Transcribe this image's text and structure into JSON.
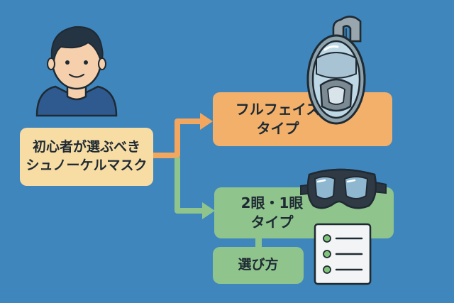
{
  "nodes": {
    "start": {
      "line1": "初心者が選ぶべき",
      "line2": "シュノーケルマスク"
    },
    "full_face": {
      "line1": "フルフェイス",
      "line2": "タイプ"
    },
    "twin_lens": {
      "line1": "2眼・1眼",
      "line2": "タイプ"
    },
    "how_to_choose": {
      "label": "選び方"
    }
  },
  "icons": [
    "person-icon",
    "full-face-mask-icon",
    "goggle-mask-icon",
    "checklist-icon"
  ],
  "colors": {
    "background": "#3f86bd",
    "start_box": "#f7dca4",
    "full_face_box": "#f2b06b",
    "full_face_arrow": "#f2a65e",
    "twin_box": "#8fc48d",
    "twin_arrow": "#8fc48d"
  }
}
